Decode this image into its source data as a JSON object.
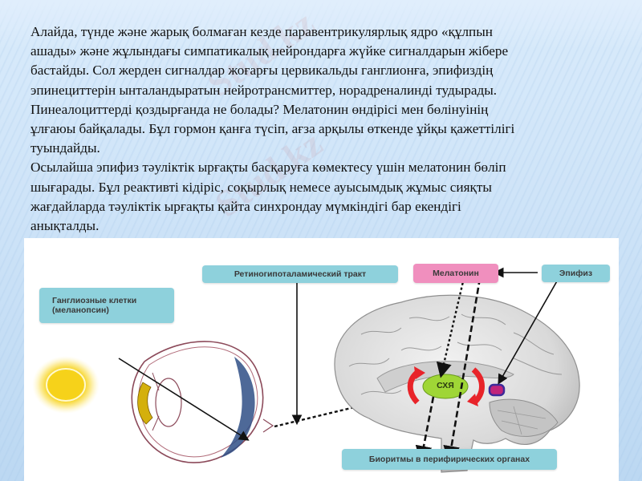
{
  "slide": {
    "paragraph_lines": [
      "Алайда, түнде жəне жарық болмаған кезде паравентрикулярлық ядро «құлпын",
      "ашады» жəне жұлындағы симпатикалық нейрондарға жүйке сигналдарын жібере",
      "бастайды. Сол жерден сигналдар жоғарғы цервикальды ганглионға, эпифиздің",
      "эпинециттерін ынталандыратын нейротрансмиттер, норадреналинді тудырады.",
      "Пинеалоциттерді қоздырғанда не болады? Мелатонин өндірісі мен бөлінуінің",
      "ұлғаюы байқалады. Бұл гормон қанға түсіп, ағза арқылы өткенде ұйқы қажеттілігі",
      "туындайды.",
      "Осылайша эпифиз тəуліктік ырғақты басқаруға көмектесу үшін мелатонин бөліп",
      "шығарады. Бұл реактивті кідіріс, соқырлық немесе ауысымдық жұмыс сияқты",
      "жағдайларда тəуліктік ырғақты қайта синхрондау мүмкіндігі бар екендігі",
      "анықталды."
    ]
  },
  "diagram": {
    "labels": {
      "ganglion_cells_line1": "Ганглиозные клетки",
      "ganglion_cells_line2": "(меланопсин)",
      "retinohypothalamic_tract": "Ретиногипоталамический тракт",
      "melatonin": "Мелатонин",
      "pineal": "Эпифиз",
      "scn": "СХЯ",
      "peripheral_biorhythms": "Биоритмы в перифирических органах"
    },
    "colors": {
      "teal_label": "#8ed1dc",
      "pink_label": "#f08fbe",
      "scn_green": "#9fd636",
      "arrow_red": "#e8242a",
      "pineal_purple": "#c0247a",
      "sun_yellow": "#f6d21a"
    }
  },
  "watermark": {
    "text": "Stud.kz"
  }
}
